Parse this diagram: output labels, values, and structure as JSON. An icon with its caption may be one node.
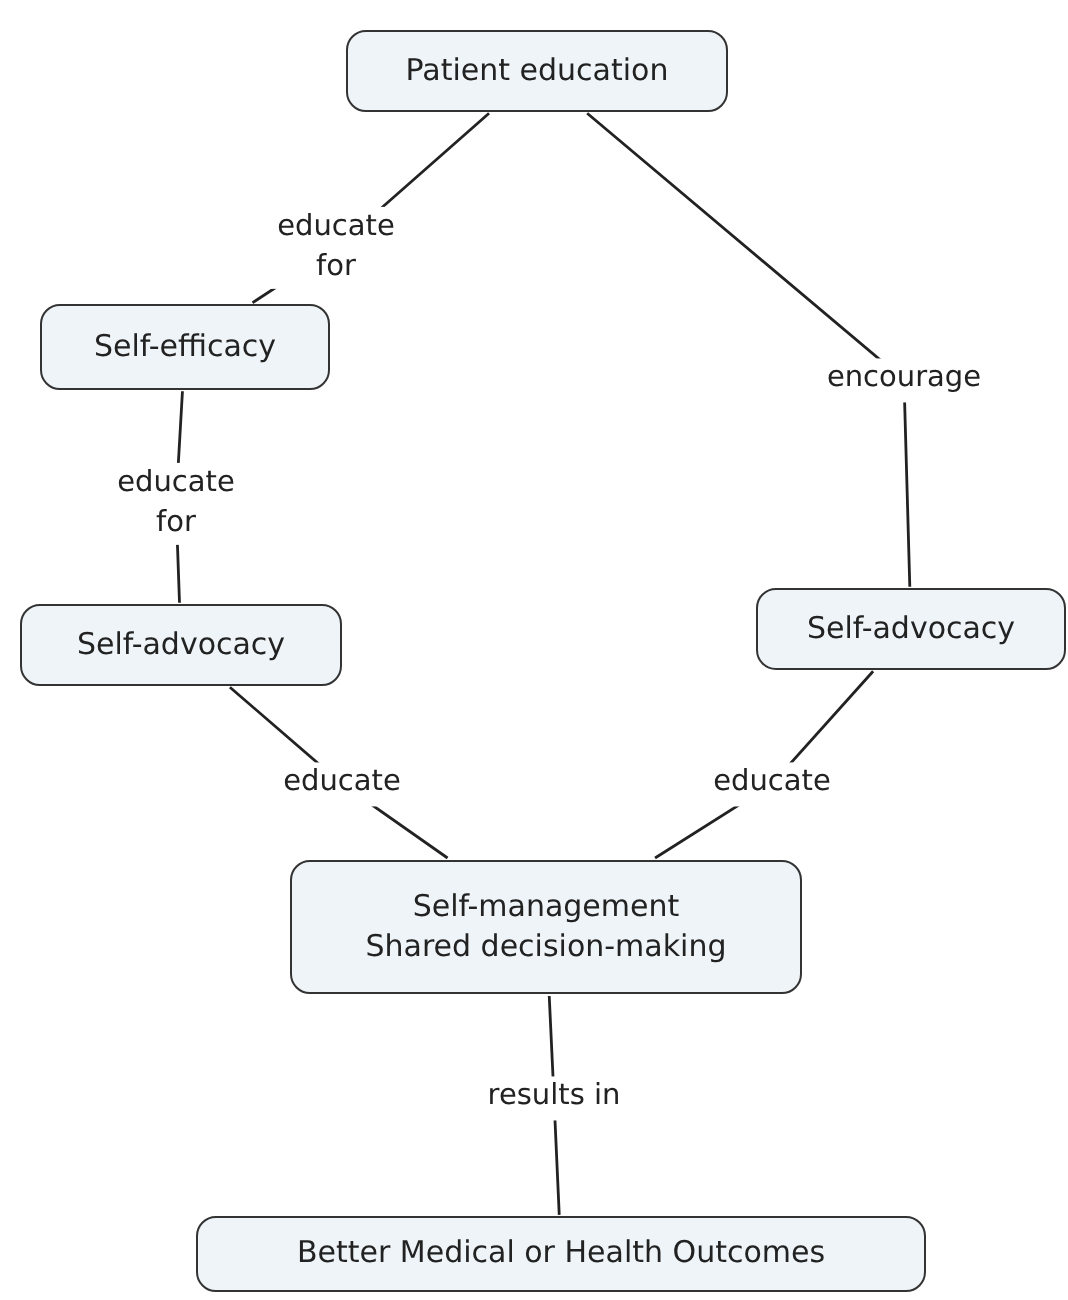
{
  "diagram": {
    "nodes": [
      {
        "text": [
          "Patient education"
        ]
      },
      {
        "text": [
          "Self-efficacy"
        ]
      },
      {
        "text": [
          "Self-advocacy"
        ]
      },
      {
        "text": [
          "Self-advocacy"
        ]
      },
      {
        "text": [
          "Self-management",
          "Shared decision-making"
        ]
      },
      {
        "text": [
          "Better Medical or Health Outcomes"
        ]
      }
    ],
    "edges": [
      {
        "from": 0,
        "to": 1,
        "arrow": "none",
        "label": "educate for"
      },
      {
        "from": 0,
        "to": 3,
        "arrow": "none",
        "label": "encourage"
      },
      {
        "from": 1,
        "to": 2,
        "arrow": "none",
        "label": "educate for"
      },
      {
        "from": 2,
        "to": 4,
        "arrow": "none",
        "label": "educate"
      },
      {
        "from": 3,
        "to": 4,
        "arrow": "none",
        "label": "educate"
      },
      {
        "from": 4,
        "to": 5,
        "arrow": "none",
        "label": "results in"
      }
    ]
  }
}
